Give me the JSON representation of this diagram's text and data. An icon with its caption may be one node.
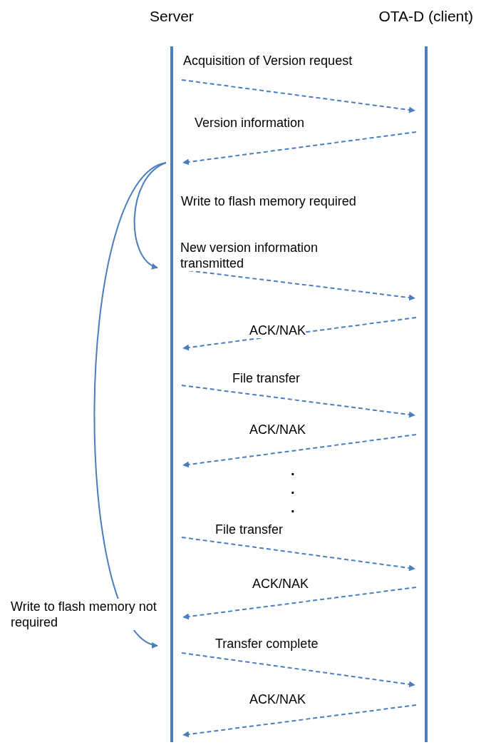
{
  "diagram": {
    "nodes": [
      {
        "text": [
          "Server"
        ]
      },
      {
        "text": [
          "OTA-D (client)"
        ]
      }
    ],
    "edges": [
      {
        "from": 0,
        "to": 1,
        "arrow": "to",
        "style": "dashed",
        "label": "Acquisition of Version request"
      },
      {
        "from": 1,
        "to": 0,
        "arrow": "to",
        "style": "dashed",
        "label": "Version information"
      },
      {
        "from": 0,
        "to": 0,
        "arrow": "to",
        "label": "Write to flash memory required"
      },
      {
        "from": 0,
        "to": 1,
        "arrow": "to",
        "style": "dashed",
        "label": "New version information transmitted"
      },
      {
        "from": 1,
        "to": 0,
        "arrow": "to",
        "style": "dashed",
        "label": "ACK/NAK"
      },
      {
        "from": 0,
        "to": 1,
        "arrow": "to",
        "style": "dashed",
        "label": "File transfer"
      },
      {
        "from": 1,
        "to": 0,
        "arrow": "to",
        "style": "dashed",
        "label": "ACK/NAK"
      },
      {
        "from": 0,
        "to": 1,
        "arrow": "to",
        "style": "dashed",
        "label": "File transfer"
      },
      {
        "from": 1,
        "to": 0,
        "arrow": "to",
        "style": "dashed",
        "label": "ACK/NAK"
      },
      {
        "from": 0,
        "to": 0,
        "arrow": "to",
        "label": "Write to flash memory not required"
      },
      {
        "from": 0,
        "to": 1,
        "arrow": "to",
        "style": "dashed",
        "label": "Transfer complete"
      },
      {
        "from": 1,
        "to": 0,
        "arrow": "to",
        "style": "dashed",
        "label": "ACK/NAK"
      }
    ],
    "labels": [
      ".",
      ".",
      "."
    ]
  }
}
